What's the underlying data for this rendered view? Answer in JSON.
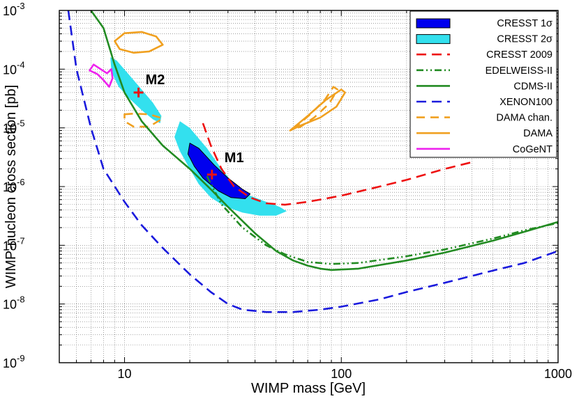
{
  "chart_data": {
    "type": "line",
    "xlabel": "WIMP mass [GeV]",
    "ylabel": "WIMP-nucleon cross section [pb]",
    "xscale": "log",
    "yscale": "log",
    "xlim": [
      5,
      1000
    ],
    "ylim": [
      1e-09,
      0.001
    ],
    "grid": true,
    "legend_position": "top-right",
    "x_ticks": [
      {
        "value": 10,
        "label": "10"
      },
      {
        "value": 100,
        "label": "100"
      },
      {
        "value": 1000,
        "label": "1000"
      }
    ],
    "y_ticks": [
      {
        "value": 1e-09,
        "base": "10",
        "exp": "-9"
      },
      {
        "value": 1e-08,
        "base": "10",
        "exp": "-8"
      },
      {
        "value": 1e-07,
        "base": "10",
        "exp": "-7"
      },
      {
        "value": 1e-06,
        "base": "10",
        "exp": "-6"
      },
      {
        "value": 1e-05,
        "base": "10",
        "exp": "-5"
      },
      {
        "value": 0.0001,
        "base": "10",
        "exp": "-4"
      },
      {
        "value": 0.001,
        "base": "10",
        "exp": "-3"
      }
    ],
    "legend": [
      {
        "label": "CRESST 1σ",
        "kind": "patch",
        "fill": "#0000ee",
        "stroke": "#000000"
      },
      {
        "label": "CRESST 2σ",
        "kind": "patch",
        "fill": "#33e0ee",
        "stroke": "#000000"
      },
      {
        "label": "CRESST 2009",
        "kind": "line",
        "color": "#ee1111",
        "dash": "14,8"
      },
      {
        "label": "EDELWEISS-II",
        "kind": "line",
        "color": "#228b22",
        "dash": "10,4,2,4,2,4"
      },
      {
        "label": "CDMS-II",
        "kind": "line",
        "color": "#228b22",
        "dash": ""
      },
      {
        "label": "XENON100",
        "kind": "line",
        "color": "#1a1add",
        "dash": "14,8"
      },
      {
        "label": "DAMA chan.",
        "kind": "line",
        "color": "#f0a020",
        "dash": "12,8"
      },
      {
        "label": "DAMA",
        "kind": "line",
        "color": "#f0a020",
        "dash": ""
      },
      {
        "label": "CoGeNT",
        "kind": "line",
        "color": "#ee22ee",
        "dash": ""
      }
    ],
    "series": [
      {
        "name": "CRESST 2009",
        "color": "#ee1111",
        "dash": "14,8",
        "points": [
          [
            23,
            1.2e-05
          ],
          [
            25,
            5e-06
          ],
          [
            28,
            2e-06
          ],
          [
            32,
            1e-06
          ],
          [
            38,
            6.5e-07
          ],
          [
            45,
            5.2e-07
          ],
          [
            55,
            4.9e-07
          ],
          [
            70,
            5.5e-07
          ],
          [
            100,
            7e-07
          ],
          [
            150,
            1e-06
          ],
          [
            200,
            1.3e-06
          ],
          [
            300,
            2e-06
          ],
          [
            400,
            2.6e-06
          ]
        ]
      },
      {
        "name": "EDELWEISS-II",
        "color": "#228b22",
        "dash": "10,4,2,4,2,4",
        "points": [
          [
            24,
            1.5e-06
          ],
          [
            28,
            5e-07
          ],
          [
            35,
            2e-07
          ],
          [
            45,
            1e-07
          ],
          [
            55,
            7e-08
          ],
          [
            70,
            5.2e-08
          ],
          [
            90,
            4.8e-08
          ],
          [
            120,
            5e-08
          ],
          [
            200,
            6.5e-08
          ],
          [
            300,
            8.5e-08
          ],
          [
            500,
            1.3e-07
          ],
          [
            700,
            1.8e-07
          ],
          [
            1000,
            2.4e-07
          ]
        ]
      },
      {
        "name": "CDMS-II",
        "color": "#228b22",
        "dash": "",
        "points": [
          [
            7,
            0.002
          ],
          [
            8,
            0.0005
          ],
          [
            9,
            0.00012
          ],
          [
            10,
            4e-05
          ],
          [
            12,
            1.3e-05
          ],
          [
            15,
            5e-06
          ],
          [
            20,
            2e-06
          ],
          [
            25,
            9e-07
          ],
          [
            30,
            4.5e-07
          ],
          [
            40,
            1.6e-07
          ],
          [
            50,
            8e-08
          ],
          [
            60,
            5.5e-08
          ],
          [
            70,
            4.5e-08
          ],
          [
            80,
            4e-08
          ],
          [
            90,
            3.8e-08
          ],
          [
            120,
            4e-08
          ],
          [
            200,
            5.5e-08
          ],
          [
            300,
            7.5e-08
          ],
          [
            500,
            1.2e-07
          ],
          [
            700,
            1.7e-07
          ],
          [
            1000,
            2.5e-07
          ]
        ]
      },
      {
        "name": "XENON100",
        "color": "#1a1add",
        "dash": "14,8",
        "points": [
          [
            5.5,
            0.001
          ],
          [
            6,
            0.0001
          ],
          [
            7,
            1e-05
          ],
          [
            8,
            2e-06
          ],
          [
            10,
            5.5e-07
          ],
          [
            12,
            2.2e-07
          ],
          [
            15,
            9e-08
          ],
          [
            20,
            3.2e-08
          ],
          [
            25,
            1.6e-08
          ],
          [
            30,
            1e-08
          ],
          [
            35,
            8e-09
          ],
          [
            45,
            7.3e-09
          ],
          [
            60,
            7.3e-09
          ],
          [
            80,
            8e-09
          ],
          [
            100,
            9e-09
          ],
          [
            150,
            1.2e-08
          ],
          [
            200,
            1.6e-08
          ],
          [
            300,
            2.3e-08
          ],
          [
            500,
            3.7e-08
          ],
          [
            700,
            5e-08
          ],
          [
            1000,
            8e-08
          ]
        ]
      }
    ],
    "regions": [
      {
        "name": "CRESST 2σ",
        "fill": "#33e0ee",
        "stroke": "none",
        "points": [
          [
            18,
            1.3e-05
          ],
          [
            20,
            1e-05
          ],
          [
            24,
            4.5e-06
          ],
          [
            28,
            2e-06
          ],
          [
            32,
            1.1e-06
          ],
          [
            38,
            7e-07
          ],
          [
            45,
            5.5e-07
          ],
          [
            52,
            4.5e-07
          ],
          [
            56,
            3.8e-07
          ],
          [
            50,
            3.2e-07
          ],
          [
            42,
            3.2e-07
          ],
          [
            35,
            3.6e-07
          ],
          [
            29,
            4.6e-07
          ],
          [
            25,
            6.5e-07
          ],
          [
            22,
            1.1e-06
          ],
          [
            20,
            2e-06
          ],
          [
            18,
            4e-06
          ],
          [
            17,
            7e-06
          ]
        ]
      },
      {
        "name": "CRESST 2σ",
        "fill": "#33e0ee",
        "stroke": "none",
        "points": [
          [
            8.6,
            0.00016
          ],
          [
            9.2,
            0.00014
          ],
          [
            10.5,
            8e-05
          ],
          [
            12,
            4.5e-05
          ],
          [
            13.5,
            2.7e-05
          ],
          [
            14.8,
            1.6e-05
          ],
          [
            14.6,
            1.2e-05
          ],
          [
            13.5,
            1.4e-05
          ],
          [
            12,
            2e-05
          ],
          [
            10.5,
            3.2e-05
          ],
          [
            9.4,
            5e-05
          ],
          [
            8.7,
            9e-05
          ]
        ]
      },
      {
        "name": "CRESST 1σ",
        "fill": "#0000ee",
        "stroke": "#000000",
        "points": [
          [
            20,
            5.5e-06
          ],
          [
            22,
            4.5e-06
          ],
          [
            26,
            2.3e-06
          ],
          [
            30,
            1.4e-06
          ],
          [
            35,
            9e-07
          ],
          [
            38,
            7.5e-07
          ],
          [
            36,
            6.2e-07
          ],
          [
            31,
            6.5e-07
          ],
          [
            27,
            8.5e-07
          ],
          [
            23,
            1.4e-06
          ],
          [
            21,
            2.2e-06
          ],
          [
            19.6,
            3.6e-06
          ]
        ]
      },
      {
        "name": "DAMA",
        "fill": "none",
        "stroke": "#f0a020",
        "dash": "",
        "points": [
          [
            9,
            0.0003
          ],
          [
            10,
            0.00041
          ],
          [
            12,
            0.00043
          ],
          [
            14,
            0.00036
          ],
          [
            15,
            0.00026
          ],
          [
            13,
            0.0002
          ],
          [
            11,
            0.00019
          ],
          [
            9.5,
            0.00022
          ]
        ]
      },
      {
        "name": "DAMA",
        "fill": "none",
        "stroke": "#f0a020",
        "dash": "",
        "points": [
          [
            58,
            9e-06
          ],
          [
            70,
            1.6e-05
          ],
          [
            85,
            3e-05
          ],
          [
            100,
            4.5e-05
          ],
          [
            104,
            4e-05
          ],
          [
            95,
            2.3e-05
          ],
          [
            80,
            1.5e-05
          ],
          [
            65,
            1.1e-05
          ]
        ]
      },
      {
        "name": "DAMA chan.",
        "fill": "none",
        "stroke": "#f0a020",
        "dash": "12,8",
        "points": [
          [
            10,
            1.7e-05
          ],
          [
            11,
            1.75e-05
          ],
          [
            13,
            1.7e-05
          ],
          [
            15,
            1.45e-05
          ],
          [
            13,
            1.05e-05
          ],
          [
            11,
            1.05e-05
          ],
          [
            10,
            1.3e-05
          ]
        ]
      },
      {
        "name": "DAMA chan.",
        "fill": "none",
        "stroke": "#f0a020",
        "dash": "12,8",
        "points": [
          [
            60,
            9.5e-06
          ],
          [
            72,
            1.7e-05
          ],
          [
            84,
            3e-05
          ],
          [
            92,
            5e-05
          ],
          [
            96,
            4.5e-05
          ],
          [
            88,
            2.6e-05
          ],
          [
            75,
            1.5e-05
          ],
          [
            65,
            1.05e-05
          ]
        ]
      },
      {
        "name": "CoGeNT",
        "fill": "none",
        "stroke": "#ee22ee",
        "dash": "",
        "points": [
          [
            6.9,
            9.5e-05
          ],
          [
            7.2,
            0.00012
          ],
          [
            8.3,
            8.5e-05
          ],
          [
            8.7,
            0.0001
          ],
          [
            8.8,
            7e-05
          ],
          [
            8.5,
            5e-05
          ],
          [
            8,
            6.5e-05
          ],
          [
            7.5,
            8.2e-05
          ]
        ]
      }
    ],
    "markers": [
      {
        "label": "M1",
        "x": 25.3,
        "y": 1.6e-06,
        "color": "#ee1111"
      },
      {
        "label": "M2",
        "x": 11.6,
        "y": 4e-05,
        "color": "#ee1111"
      }
    ]
  }
}
